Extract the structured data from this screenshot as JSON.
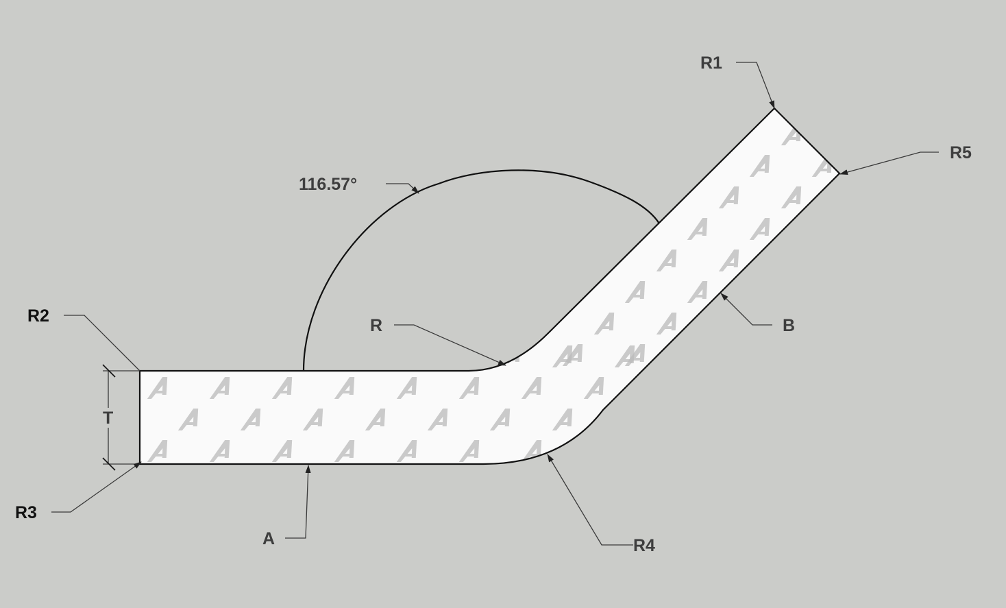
{
  "diagram": {
    "angle_label": "116.57°",
    "labels": {
      "r1": "R1",
      "r2": "R2",
      "r3": "R3",
      "r4": "R4",
      "r5": "R5",
      "r": "R",
      "a": "A",
      "b": "B",
      "t": "T"
    },
    "watermark_icon": "stylized-A-logo-icon",
    "colors": {
      "background": "#cbccc9",
      "part_fill": "#fafafa",
      "outline": "#111111",
      "leader": "#3a3a3a",
      "watermark": "#b9b9b9"
    }
  }
}
